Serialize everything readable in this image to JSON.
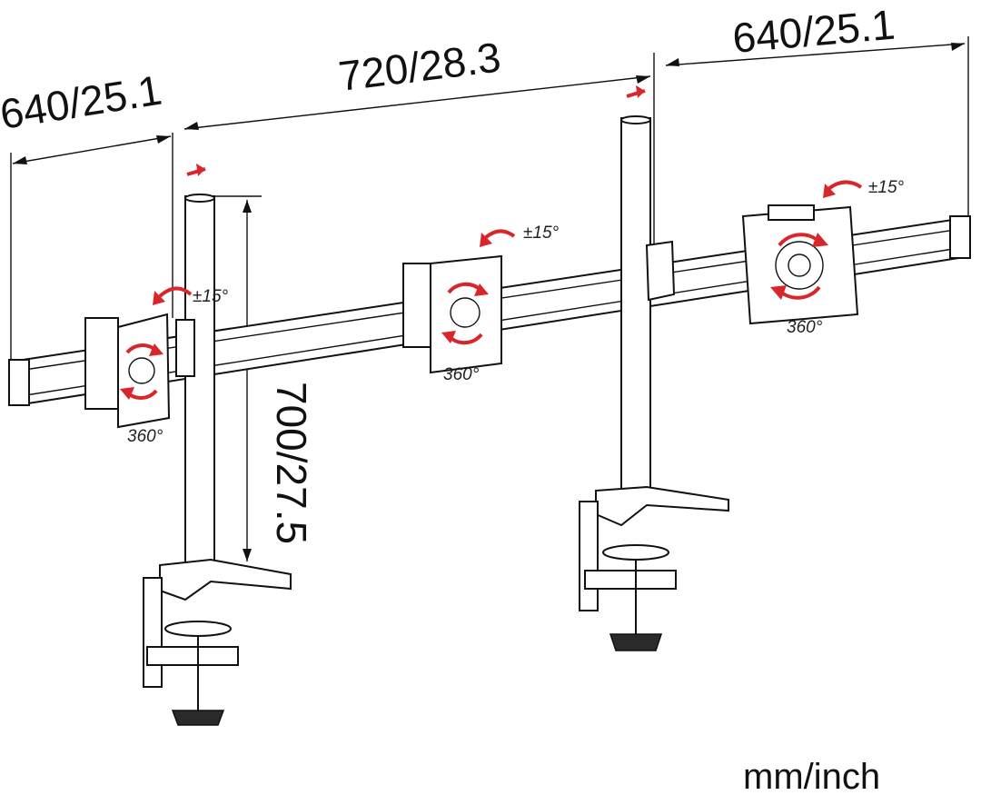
{
  "dimensions": {
    "left_span": "640/25.1",
    "center_span": "720/28.3",
    "right_span": "640/25.1",
    "pole_height": "700/27.5"
  },
  "units": "mm/inch",
  "mounts": [
    {
      "tilt": "±15°",
      "rotation": "360°"
    },
    {
      "tilt": "±15°",
      "rotation": "360°"
    },
    {
      "tilt": "±15°",
      "rotation": "360°"
    }
  ],
  "colors": {
    "line": "#111111",
    "rotation_arrow": "#d9262a",
    "background": "#ffffff"
  }
}
